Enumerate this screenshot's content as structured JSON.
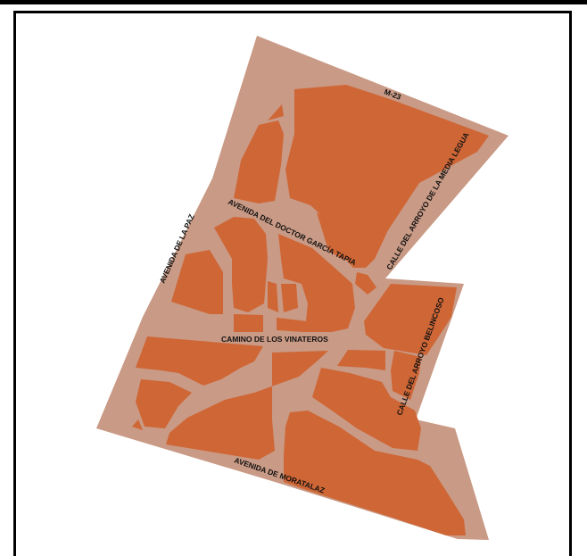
{
  "map": {
    "colors": {
      "street": "#C99A85",
      "block": "#CF6636",
      "frame": "#000000",
      "label": "#111111"
    },
    "streets": {
      "m23": "M-23",
      "arroyo_media_legua": "CALLE DEL ARROYO DE LA MEDIA LEGUA",
      "doctor_garcia_tapia": "AVENIDA DEL DOCTOR GARCÍA TAPIA",
      "avenida_la_paz": "AVENIDA DE LA PAZ",
      "camino_vinateros": "CAMINO DE LOS VINATEROS",
      "arroyo_belincoso": "CALLE DEL ARROYO BELINCOSO",
      "avenida_moratalaz": "AVENIDA DE MORATALAZ"
    }
  }
}
